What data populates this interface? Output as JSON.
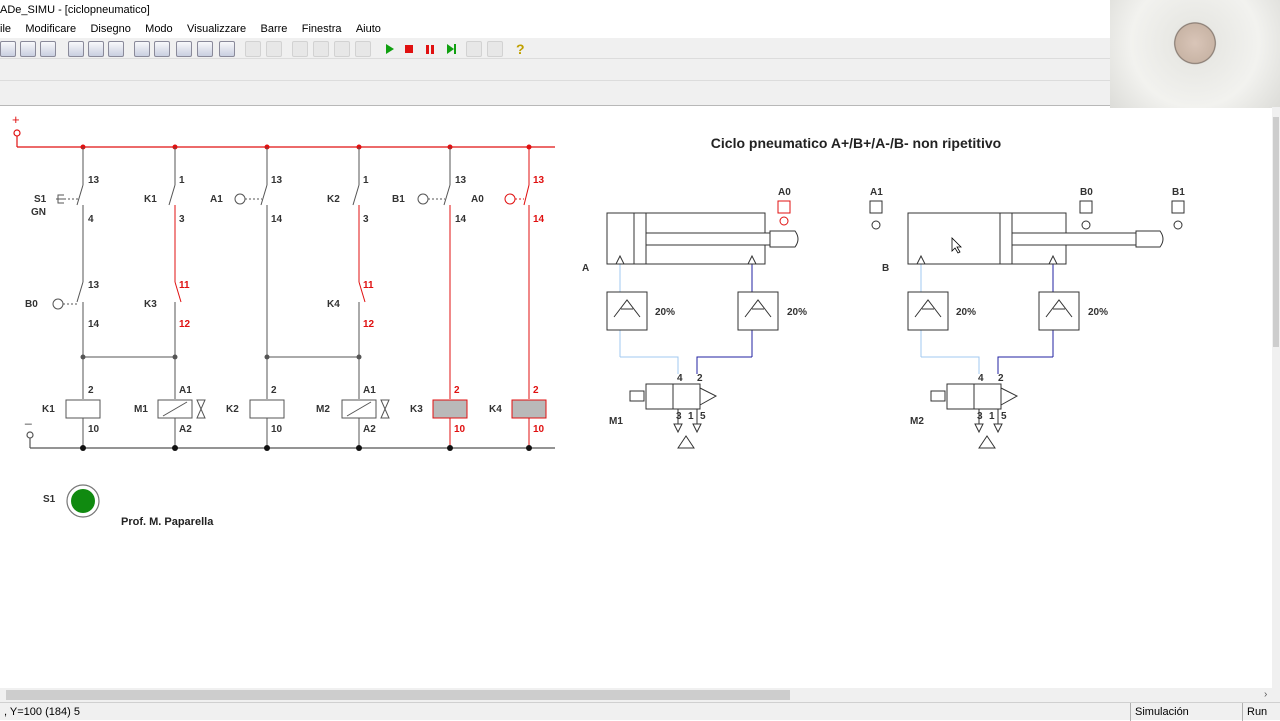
{
  "window": {
    "title": "ADe_SIMU - [ciclopneumatico]"
  },
  "menu": {
    "items": [
      "ile",
      "Modificare",
      "Disegno",
      "Modo",
      "Visualizzare",
      "Barre",
      "Finestra",
      "Aiuto"
    ]
  },
  "colors": {
    "active_wire": "#e01010",
    "wire": "#555555",
    "pneumatic_blue": "#2020a0",
    "pneumatic_light": "#a0c8f0",
    "indicator_green": "#108a10",
    "coil_active": "#b9b9b9"
  },
  "diagram": {
    "title": "Ciclo pneumatico A+/B+/A-/B- non ripetitivo",
    "plus": "+",
    "minus": "_",
    "author": "Prof. M. Paparella",
    "indicator": "S1",
    "contacts": {
      "s1": "S1",
      "gn": "GN",
      "k1": "K1",
      "a1": "A1",
      "k2": "K2",
      "b1": "B1",
      "a0": "A0",
      "b0": "B0",
      "k3": "K3",
      "k4": "K4"
    },
    "coils": {
      "k1": "K1",
      "m1": "M1",
      "k2": "K2",
      "m2": "M2",
      "k3": "K3",
      "k4": "K4"
    },
    "terminals": {
      "n13": "13",
      "n1": "1",
      "n4": "4",
      "n3": "3",
      "n14": "14",
      "n11": "11",
      "n12": "12",
      "n2": "2",
      "n10": "10",
      "a1": "A1",
      "a2": "A2"
    },
    "pneumatic": {
      "cyl_a": "A",
      "cyl_b": "B",
      "sensor_a0": "A0",
      "sensor_a1": "A1",
      "sensor_b0": "B0",
      "sensor_b1": "B1",
      "throttle": "20%",
      "valve_m1": "M1",
      "valve_m2": "M2",
      "port4": "4",
      "port2": "2",
      "port3": "3",
      "port1": "1",
      "port5": "5"
    }
  },
  "status": {
    "coords": ", Y=100 (184) 5",
    "mode": "Simulación",
    "state": "Run"
  },
  "hscroll_arrow": "›"
}
